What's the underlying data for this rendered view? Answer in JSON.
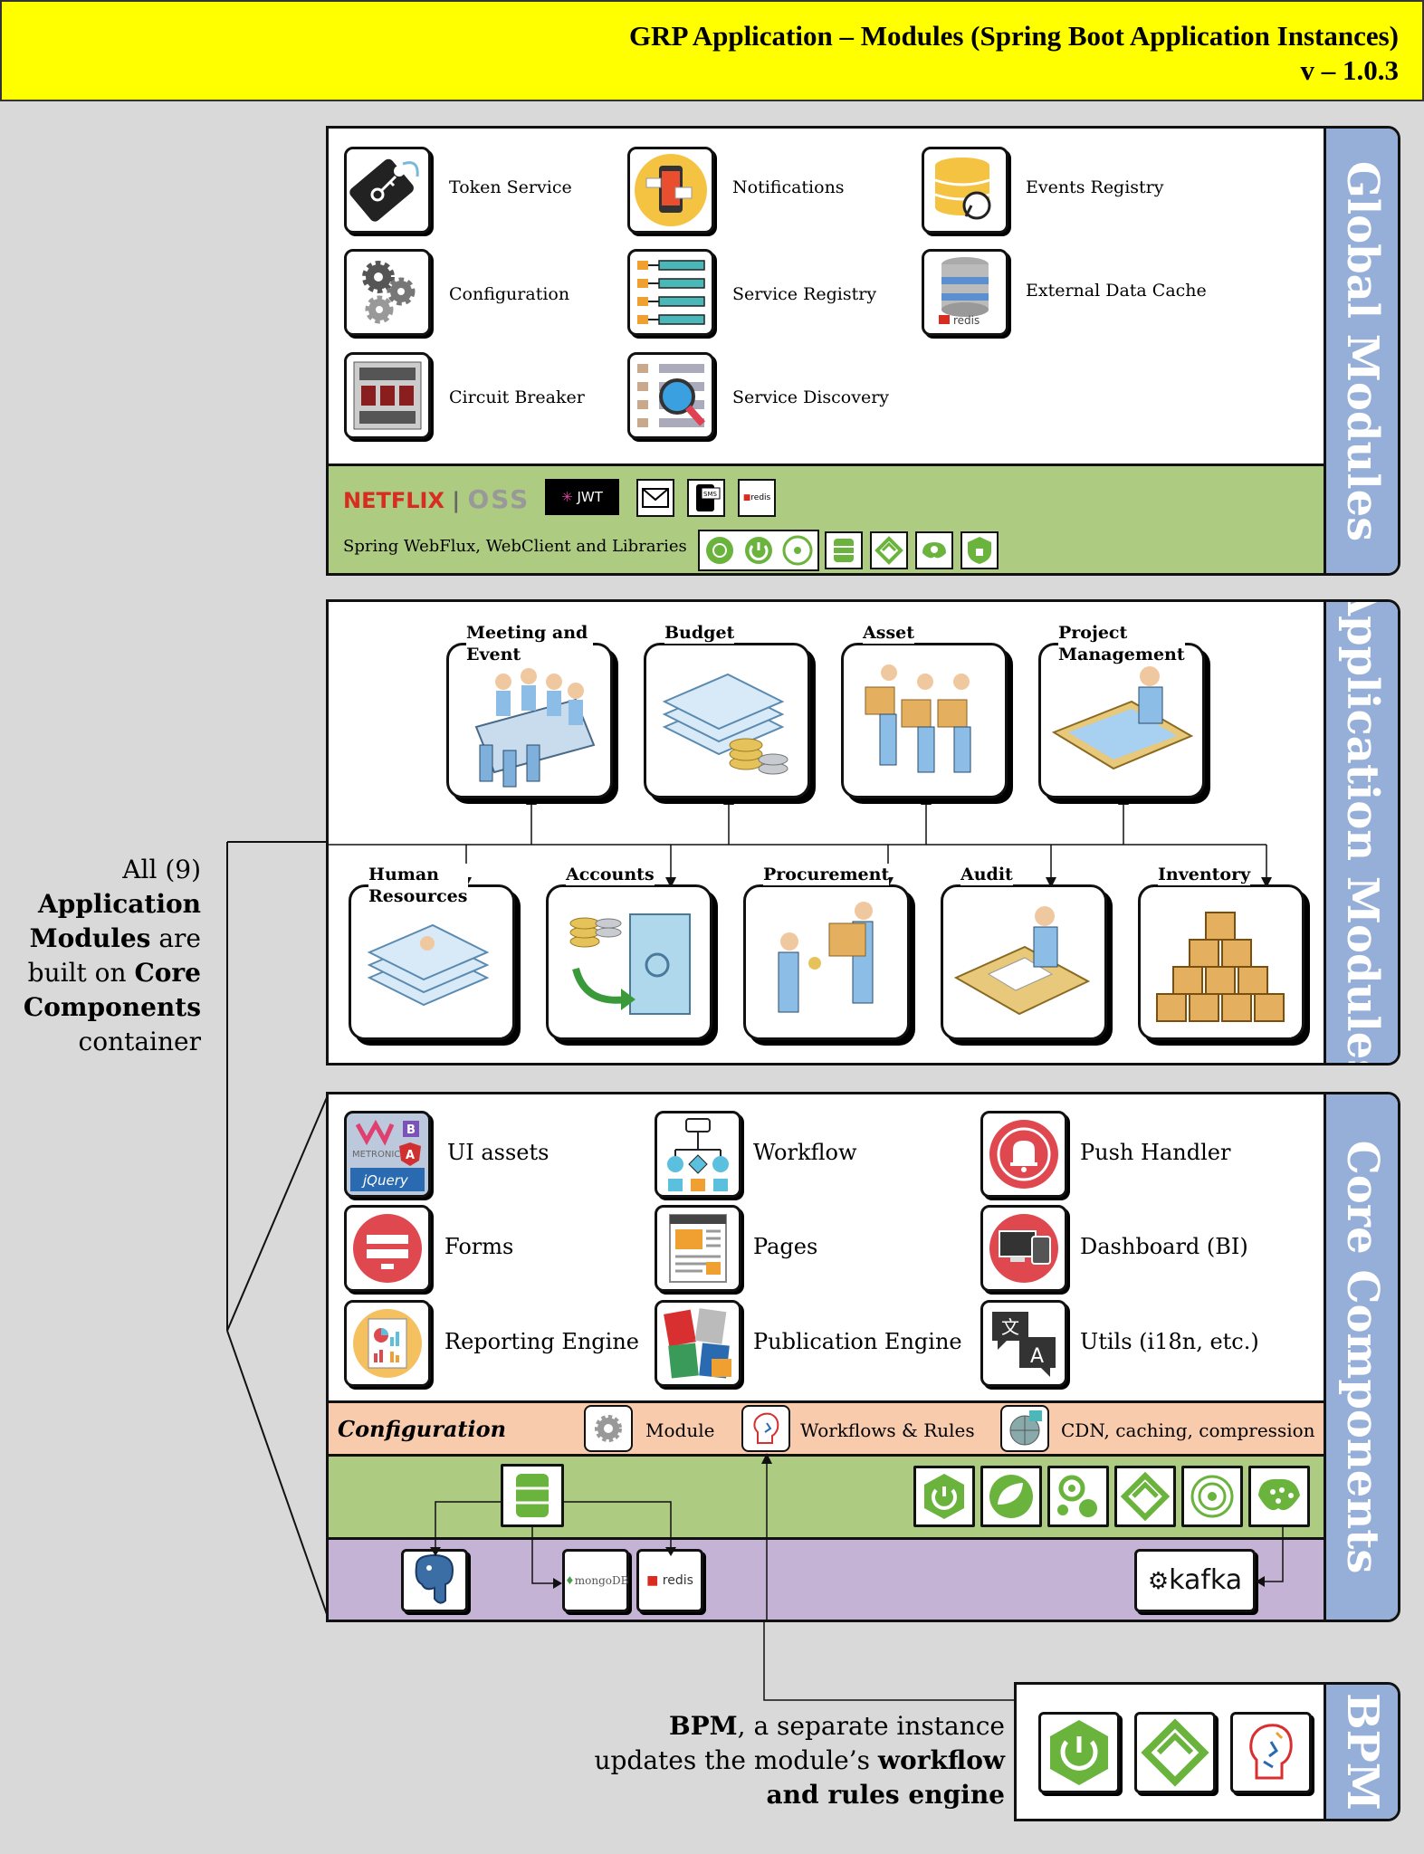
{
  "header": {
    "title": "GRP Application – Modules (Spring Boot Application Instances)",
    "version": "v – 1.0.3"
  },
  "global_modules": {
    "side_label": "Global Modules",
    "items": [
      {
        "label": "Token Service",
        "icon": "token-tag-icon"
      },
      {
        "label": "Notifications",
        "icon": "phone-notification-icon"
      },
      {
        "label": "Events Registry",
        "icon": "database-events-icon"
      },
      {
        "label": "Configuration",
        "icon": "gears-icon"
      },
      {
        "label": "Service Registry",
        "icon": "registry-list-icon"
      },
      {
        "label": "External Data Cache",
        "icon": "redis-cache-icon"
      },
      {
        "label": "Circuit Breaker",
        "icon": "circuit-breaker-icon"
      },
      {
        "label": "Service Discovery",
        "icon": "discovery-search-icon"
      }
    ],
    "libs_logo_netflix": "NETFLIX",
    "libs_logo_oss": "OSS",
    "libs_logo_jwt": "JWT",
    "libs_logo_sms": "SMS",
    "libs_logo_redis": "redis",
    "libs_label": "Spring WebFlux, WebClient and Libraries"
  },
  "application_modules": {
    "side_label": "Application Modules",
    "top_row": [
      "Meeting and Event",
      "Budget",
      "Asset",
      "Project Management"
    ],
    "bottom_row": [
      "Human Resources",
      "Accounts",
      "Procurement",
      "Audit",
      "Inventory"
    ]
  },
  "annotation": {
    "l1": "All (9)",
    "l2": "Application",
    "l3a": "Modules",
    "l3b": " are",
    "l4a": "built on ",
    "l4b": "Core",
    "l5": "Components",
    "l6": "container"
  },
  "core_components": {
    "side_label": "Core Components",
    "items": [
      {
        "label": "UI assets",
        "icon": "ui-assets-icon"
      },
      {
        "label": "Workflow",
        "icon": "workflow-icon"
      },
      {
        "label": "Push Handler",
        "icon": "bell-icon"
      },
      {
        "label": "Forms",
        "icon": "form-icon"
      },
      {
        "label": "Pages",
        "icon": "page-icon"
      },
      {
        "label": "Dashboard (BI)",
        "icon": "dashboard-icon"
      },
      {
        "label": "Reporting Engine",
        "icon": "report-icon"
      },
      {
        "label": "Publication Engine",
        "icon": "publication-icon"
      },
      {
        "label": "Utils (i18n, etc.)",
        "icon": "translate-icon"
      }
    ],
    "ui_logo_metronic": "METRONIC",
    "ui_logo_jquery": "jQuery",
    "config_label": "Configuration",
    "config_items": [
      "Module",
      "Workflows & Rules",
      "CDN, caching, compression"
    ],
    "db_mongo": "mongoDB",
    "db_redis": "redis",
    "db_kafka": "kafka"
  },
  "bpm": {
    "side_label": "BPM",
    "text_b1": "BPM",
    "text_1": ", a separate instance",
    "text_2": "updates the module’s ",
    "text_b2": "workflow",
    "text_b3": "and rules engine"
  },
  "colors": {
    "header": "#ffff00",
    "side": "#95afd8",
    "libs_green": "#aecb82",
    "config_orange": "#f8cbad",
    "db_purple": "#c5b3d6",
    "spring_green": "#6ab43e"
  }
}
